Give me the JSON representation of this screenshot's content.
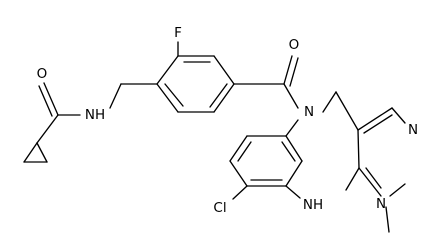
{
  "structure": {
    "atom_labels": [
      {
        "id": "O-amide",
        "text": "O"
      },
      {
        "id": "NH-amide",
        "text": "NH"
      },
      {
        "id": "F",
        "text": "F"
      },
      {
        "id": "O-ketone",
        "text": "O"
      },
      {
        "id": "N-diazepine",
        "text": "N"
      },
      {
        "id": "N-pyrazole",
        "text": "N"
      },
      {
        "id": "Cl",
        "text": "Cl"
      },
      {
        "id": "NH-diazepine",
        "text": "NH"
      },
      {
        "id": "N-methyl",
        "text": "N"
      }
    ]
  }
}
